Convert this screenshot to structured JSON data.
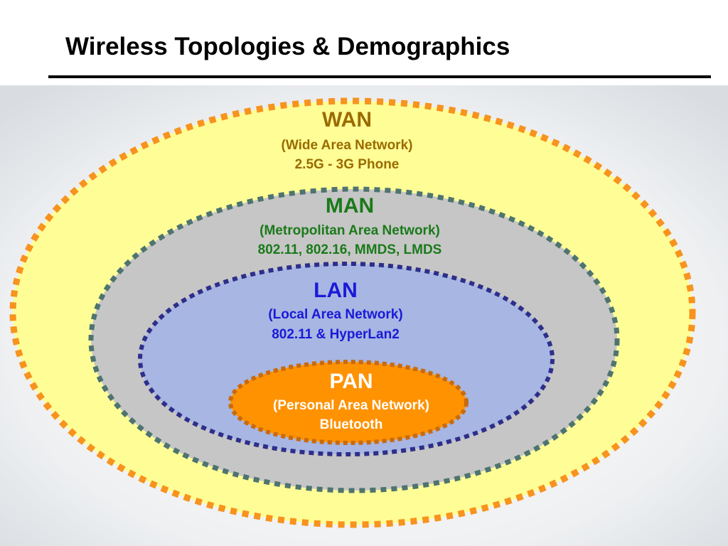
{
  "slide": {
    "title": "Wireless Topologies & Demographics"
  },
  "colors": {
    "wan_fill": "#fffe96",
    "wan_border": "#f7931e",
    "wan_text": "#9a6b00",
    "man_fill": "#c6c6c6",
    "man_border": "#4f7470",
    "man_text": "#1a7a1a",
    "lan_fill": "#a7b6e2",
    "lan_border": "#2e2e8a",
    "lan_text": "#1a1ad8",
    "pan_fill": "#ff9200",
    "pan_border": "#c86a10",
    "pan_text": "#ffffff"
  },
  "networks": {
    "wan": {
      "name": "WAN",
      "full_name": "(Wide Area Network)",
      "technologies": "2.5G - 3G Phone"
    },
    "man": {
      "name": "MAN",
      "full_name": "(Metropolitan Area Network)",
      "technologies": "802.11, 802.16, MMDS, LMDS"
    },
    "lan": {
      "name": "LAN",
      "full_name": "(Local Area Network)",
      "technologies": "802.11 & HyperLan2"
    },
    "pan": {
      "name": "PAN",
      "full_name": "(Personal Area Network)",
      "technologies": "Bluetooth"
    }
  }
}
